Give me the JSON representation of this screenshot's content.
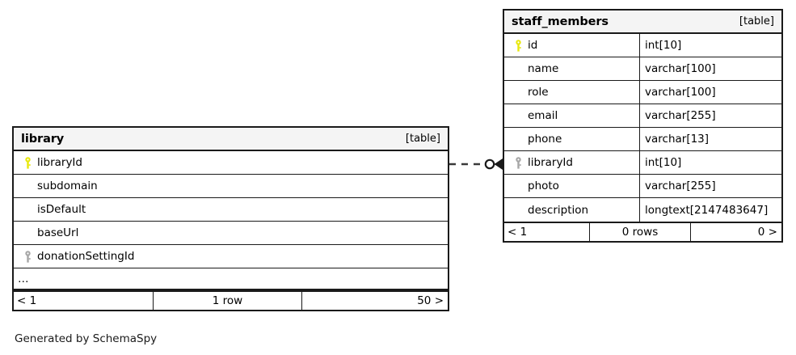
{
  "diagram": {
    "generator_caption": "Generated by SchemaSpy",
    "table_tag": "[table]"
  },
  "tables": {
    "library": {
      "name": "library",
      "tag": "[table]",
      "columns": [
        {
          "key": "primary",
          "key_icon": "yellow-key-icon",
          "name": "libraryId",
          "type": ""
        },
        {
          "key": "none",
          "key_icon": "",
          "name": "subdomain",
          "type": ""
        },
        {
          "key": "none",
          "key_icon": "",
          "name": "isDefault",
          "type": ""
        },
        {
          "key": "none",
          "key_icon": "",
          "name": "baseUrl",
          "type": ""
        },
        {
          "key": "foreign",
          "key_icon": "gray-key-icon",
          "name": "donationSettingId",
          "type": ""
        }
      ],
      "more_indicator": "…",
      "footer": {
        "prev": "< 1",
        "rows": "1 row",
        "next": "50 >"
      }
    },
    "staff_members": {
      "name": "staff_members",
      "tag": "[table]",
      "columns": [
        {
          "key": "primary",
          "key_icon": "yellow-key-icon",
          "name": "id",
          "type": "int[10]"
        },
        {
          "key": "none",
          "key_icon": "",
          "name": "name",
          "type": "varchar[100]"
        },
        {
          "key": "none",
          "key_icon": "",
          "name": "role",
          "type": "varchar[100]"
        },
        {
          "key": "none",
          "key_icon": "",
          "name": "email",
          "type": "varchar[255]"
        },
        {
          "key": "none",
          "key_icon": "",
          "name": "phone",
          "type": "varchar[13]"
        },
        {
          "key": "foreign",
          "key_icon": "gray-key-icon",
          "name": "libraryId",
          "type": "int[10]"
        },
        {
          "key": "none",
          "key_icon": "",
          "name": "photo",
          "type": "varchar[255]"
        },
        {
          "key": "none",
          "key_icon": "",
          "name": "description",
          "type": "longtext[2147483647]"
        }
      ],
      "footer": {
        "prev": "< 1",
        "rows": "0 rows",
        "next": "0 >"
      }
    }
  },
  "relationship": {
    "from_table": "library",
    "from_column": "libraryId",
    "to_table": "staff_members",
    "to_column": "libraryId",
    "line_style": "dashed",
    "source_marker": "optional-circle",
    "target_marker": "crows-foot"
  },
  "colors": {
    "primary_key": "#e8e80c",
    "foreign_key": "#a0a0a0",
    "border": "#1a1a1a",
    "header_bg": "#f4f4f4",
    "text": "#000000"
  }
}
